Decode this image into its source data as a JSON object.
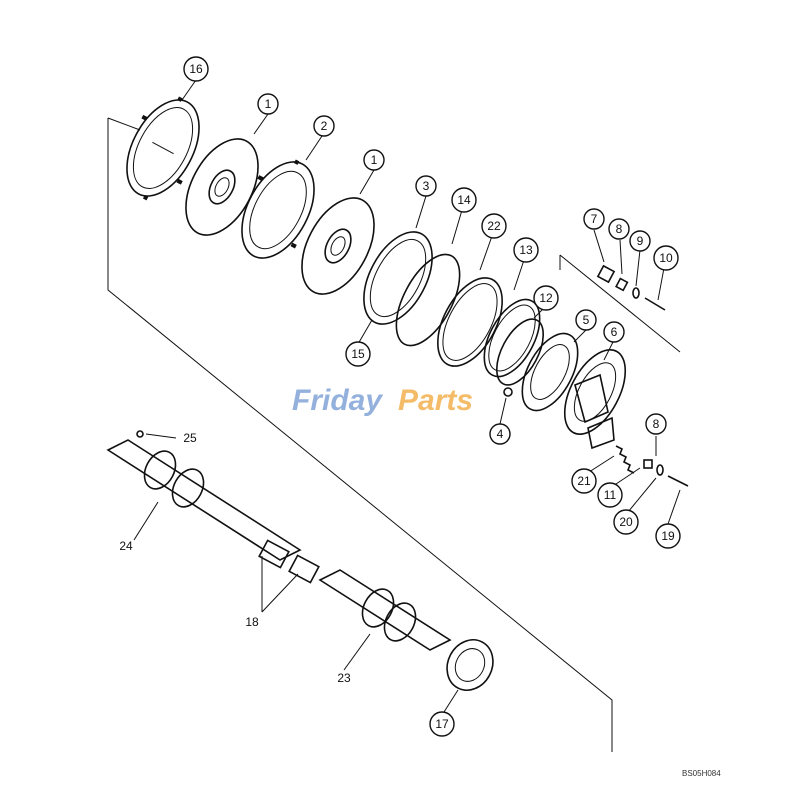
{
  "diagram": {
    "callouts": [
      {
        "id": "16",
        "label": "16"
      },
      {
        "id": "1a",
        "label": "1"
      },
      {
        "id": "2",
        "label": "2"
      },
      {
        "id": "1b",
        "label": "1"
      },
      {
        "id": "3",
        "label": "3"
      },
      {
        "id": "14",
        "label": "14"
      },
      {
        "id": "22",
        "label": "22"
      },
      {
        "id": "13",
        "label": "13"
      },
      {
        "id": "12",
        "label": "12"
      },
      {
        "id": "5",
        "label": "5"
      },
      {
        "id": "6",
        "label": "6"
      },
      {
        "id": "7",
        "label": "7"
      },
      {
        "id": "8a",
        "label": "8"
      },
      {
        "id": "9",
        "label": "9"
      },
      {
        "id": "10",
        "label": "10"
      },
      {
        "id": "15",
        "label": "15"
      },
      {
        "id": "4",
        "label": "4"
      },
      {
        "id": "8b",
        "label": "8"
      },
      {
        "id": "21",
        "label": "21"
      },
      {
        "id": "11",
        "label": "11"
      },
      {
        "id": "20",
        "label": "20"
      },
      {
        "id": "19",
        "label": "19"
      },
      {
        "id": "17",
        "label": "17"
      }
    ],
    "plain_labels": [
      {
        "id": "25",
        "label": "25"
      },
      {
        "id": "24",
        "label": "24"
      },
      {
        "id": "18",
        "label": "18"
      },
      {
        "id": "23",
        "label": "23"
      }
    ],
    "watermark": {
      "part1": "Friday",
      "part2": "Parts"
    },
    "drawing_code": "BS05H084"
  }
}
